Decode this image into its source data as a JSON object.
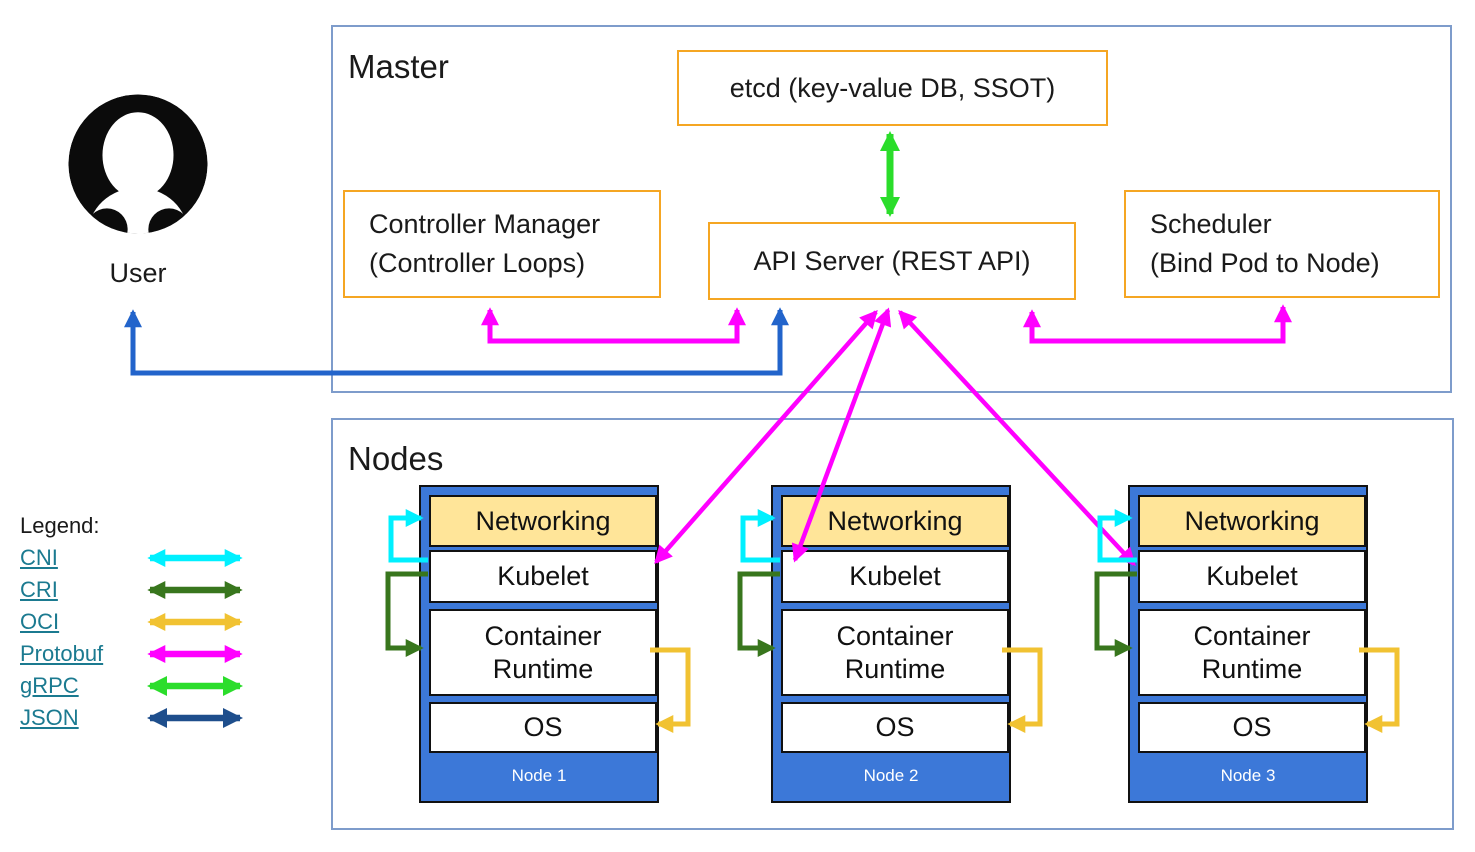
{
  "master": {
    "title": "Master",
    "etcd": {
      "label": "etcd (key-value DB, SSOT)"
    },
    "controller_manager": {
      "line1": "Controller Manager",
      "line2": "(Controller Loops)"
    },
    "api_server": {
      "label": "API Server (REST API)"
    },
    "scheduler": {
      "line1": "Scheduler",
      "line2": "(Bind Pod to Node)"
    }
  },
  "user": {
    "label": "User"
  },
  "nodes": {
    "title": "Nodes",
    "layers": {
      "networking": "Networking",
      "kubelet": "Kubelet",
      "container_runtime": "Container Runtime",
      "os": "OS"
    },
    "items": [
      {
        "name": "Node 1"
      },
      {
        "name": "Node 2"
      },
      {
        "name": "Node 3"
      }
    ]
  },
  "legend": {
    "title": "Legend:",
    "items": [
      {
        "label": "CNI"
      },
      {
        "label": "CRI"
      },
      {
        "label": "OCI"
      },
      {
        "label": "Protobuf"
      },
      {
        "label": "gRPC"
      },
      {
        "label": "JSON"
      }
    ]
  },
  "colors": {
    "cni": "#00f0ff",
    "cri": "#38761d",
    "oci": "#f1c232",
    "protobuf": "#ff00ff",
    "grpc": "#2bdd2b",
    "json": "#1e4e8c",
    "user_line": "#2264cb",
    "frame_border": "#7e9ccb",
    "orange_border": "#f5a623",
    "node_fill": "#3c78d8",
    "networking_fill": "#ffe599"
  }
}
